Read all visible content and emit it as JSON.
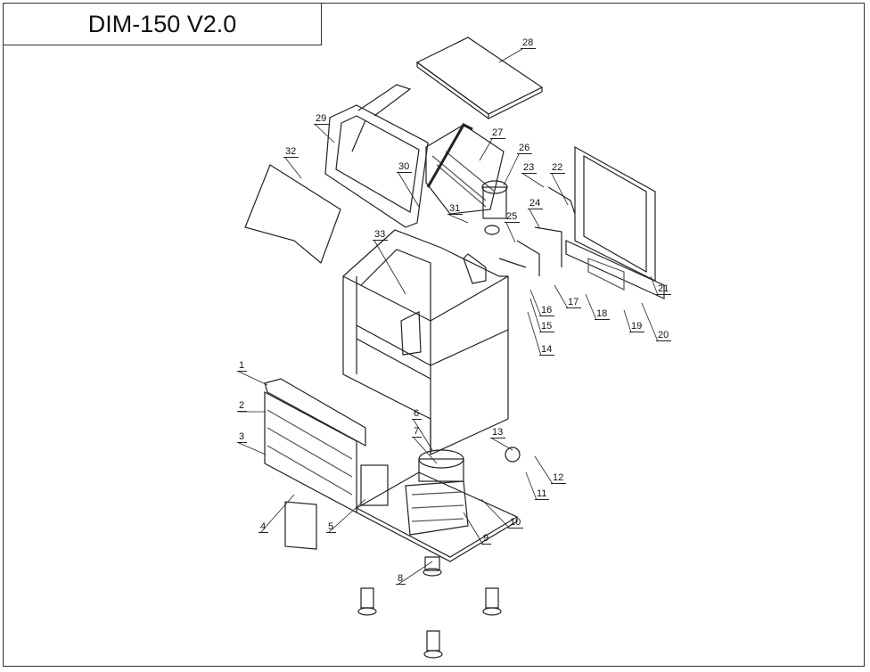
{
  "title": "DIM-150 V2.0",
  "labels": [
    "1",
    "2",
    "3",
    "4",
    "5",
    "6",
    "7",
    "8",
    "9",
    "10",
    "11",
    "12",
    "13",
    "14",
    "15",
    "16",
    "17",
    "18",
    "19",
    "20",
    "21",
    "22",
    "23",
    "24",
    "25",
    "26",
    "27",
    "28",
    "29",
    "30",
    "31",
    "32",
    "33"
  ]
}
